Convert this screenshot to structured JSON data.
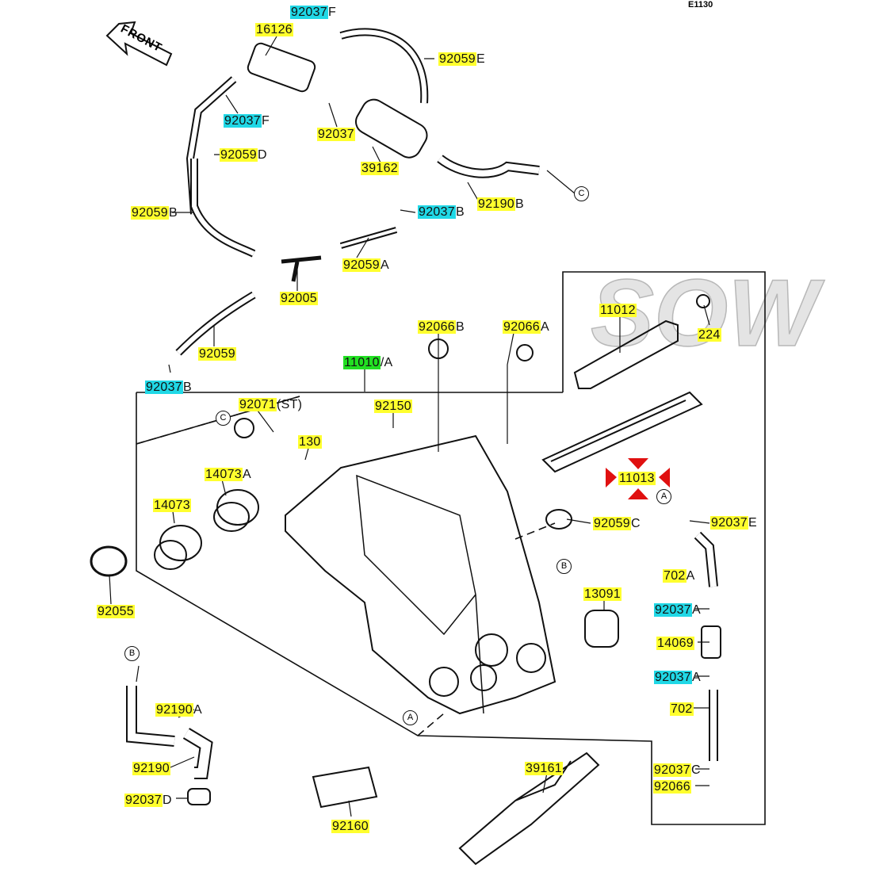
{
  "diagram_ref": "E1130",
  "front_label": "FRONT",
  "watermark": "SOW",
  "colors": {
    "part_highlight": "#ffff2e",
    "alt_highlight": "#20d8e6",
    "selected_highlight": "#22e022",
    "arrow_marker": "#e01010"
  },
  "parts": [
    {
      "number": "92037",
      "suffix": "F",
      "highlight": "cyan"
    },
    {
      "number": "16126",
      "suffix": "",
      "highlight": "yellow"
    },
    {
      "number": "92059",
      "suffix": "E",
      "highlight": "yellow"
    },
    {
      "number": "92037",
      "suffix": "F",
      "highlight": "cyan"
    },
    {
      "number": "92037",
      "suffix": "",
      "highlight": "yellow"
    },
    {
      "number": "92059",
      "suffix": "D",
      "highlight": "yellow"
    },
    {
      "number": "39162",
      "suffix": "",
      "highlight": "yellow"
    },
    {
      "number": "92190",
      "suffix": "B",
      "highlight": "yellow"
    },
    {
      "number": "92059",
      "suffix": "B",
      "highlight": "yellow"
    },
    {
      "number": "92037",
      "suffix": "B",
      "highlight": "cyan"
    },
    {
      "number": "92059",
      "suffix": "A",
      "highlight": "yellow"
    },
    {
      "number": "92005",
      "suffix": "",
      "highlight": "yellow"
    },
    {
      "number": "92059",
      "suffix": "",
      "highlight": "yellow"
    },
    {
      "number": "92037",
      "suffix": "B",
      "highlight": "cyan"
    },
    {
      "number": "11010",
      "suffix": "/A",
      "highlight": "green"
    },
    {
      "number": "92066",
      "suffix": "B",
      "highlight": "yellow"
    },
    {
      "number": "92066",
      "suffix": "A",
      "highlight": "yellow"
    },
    {
      "number": "11012",
      "suffix": "",
      "highlight": "yellow"
    },
    {
      "number": "224",
      "suffix": "",
      "highlight": "yellow"
    },
    {
      "number": "92071",
      "suffix": "(ST)",
      "highlight": "yellow"
    },
    {
      "number": "92150",
      "suffix": "",
      "highlight": "yellow"
    },
    {
      "number": "130",
      "suffix": "",
      "highlight": "yellow"
    },
    {
      "number": "14073",
      "suffix": "A",
      "highlight": "yellow"
    },
    {
      "number": "11013",
      "suffix": "",
      "highlight": "yellow"
    },
    {
      "number": "14073",
      "suffix": "",
      "highlight": "yellow"
    },
    {
      "number": "92059",
      "suffix": "C",
      "highlight": "yellow"
    },
    {
      "number": "92037",
      "suffix": "E",
      "highlight": "yellow"
    },
    {
      "number": "702",
      "suffix": "A",
      "highlight": "yellow"
    },
    {
      "number": "13091",
      "suffix": "",
      "highlight": "yellow"
    },
    {
      "number": "92037",
      "suffix": "A",
      "highlight": "cyan"
    },
    {
      "number": "92055",
      "suffix": "",
      "highlight": "yellow"
    },
    {
      "number": "14069",
      "suffix": "",
      "highlight": "yellow"
    },
    {
      "number": "92037",
      "suffix": "A",
      "highlight": "cyan"
    },
    {
      "number": "92190",
      "suffix": "A",
      "highlight": "yellow"
    },
    {
      "number": "702",
      "suffix": "",
      "highlight": "yellow"
    },
    {
      "number": "92190",
      "suffix": "",
      "highlight": "yellow"
    },
    {
      "number": "39161",
      "suffix": "",
      "highlight": "yellow"
    },
    {
      "number": "92037",
      "suffix": "C",
      "highlight": "yellow"
    },
    {
      "number": "92066",
      "suffix": "",
      "highlight": "yellow"
    },
    {
      "number": "92037",
      "suffix": "D",
      "highlight": "yellow"
    },
    {
      "number": "92160",
      "suffix": "",
      "highlight": "yellow"
    }
  ],
  "connectors": [
    "C",
    "C",
    "A",
    "B",
    "B",
    "A"
  ]
}
